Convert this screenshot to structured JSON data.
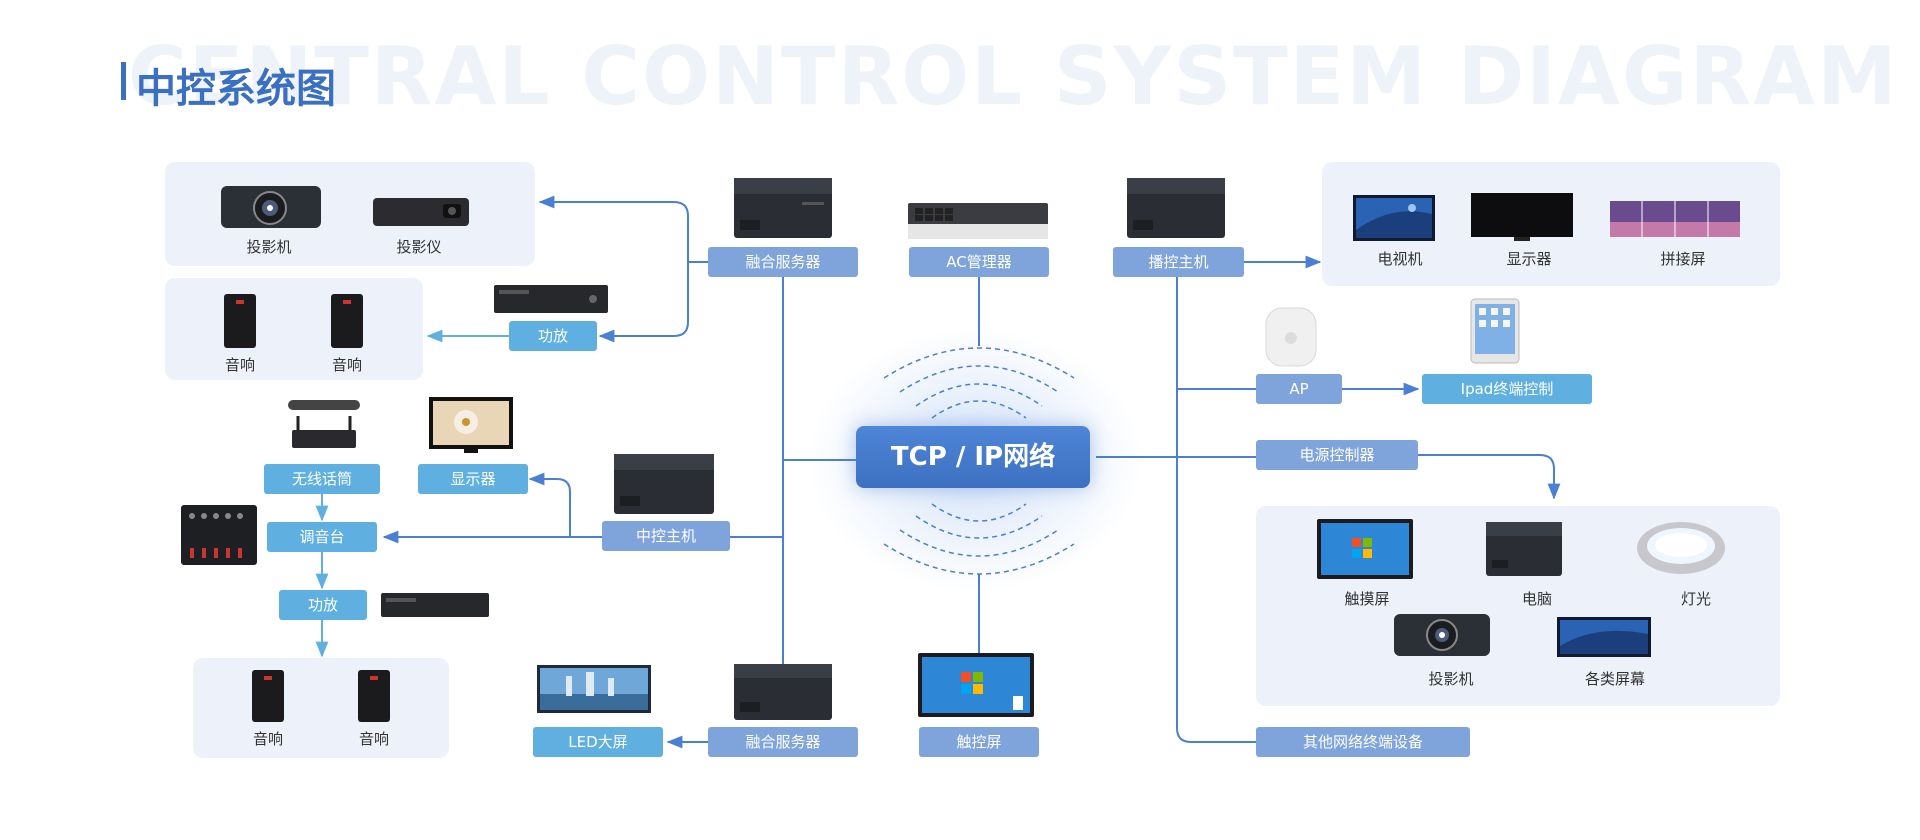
{
  "title": {
    "bg_text": "CENTRAL CONTROL SYSTEM DIAGRAM",
    "main": "中控系统图"
  },
  "center": {
    "label": "TCP / IP网络"
  },
  "top": {
    "fusion_server": "融合服务器",
    "ac_manager": "AC管理器",
    "play_host": "播控主机"
  },
  "left_top_panel": {
    "projector": "投影机",
    "projector2": "投影仪"
  },
  "left_speaker_panel": {
    "speaker1": "音响",
    "speaker2": "音响",
    "amp": "功放"
  },
  "left_mid": {
    "mic": "无线话筒",
    "monitor": "显示器",
    "mixer": "调音台",
    "control_host": "中控主机",
    "amp": "功放"
  },
  "left_bottom_panel": {
    "speaker1": "音响",
    "speaker2": "音响"
  },
  "bottom": {
    "led": "LED大屏",
    "fusion_server": "融合服务器",
    "touch_screen": "触控屏"
  },
  "right_top_panel": {
    "tv": "电视机",
    "monitor": "显示器",
    "splice": "拼接屏"
  },
  "right_mid": {
    "ap": "AP",
    "ipad": "Ipad终端控制",
    "power_ctrl": "电源控制器",
    "other": "其他网络终端设备"
  },
  "right_bottom_panel": {
    "touch": "触摸屏",
    "pc": "电脑",
    "light": "灯光",
    "projector": "投影机",
    "screens": "各类屏幕"
  },
  "colors": {
    "accent": "#3b6fc2",
    "line": "#4a7fd4",
    "label_dark": "#7fa4dc",
    "label_light": "#5fb0e0",
    "panel": "#edf2fa"
  }
}
